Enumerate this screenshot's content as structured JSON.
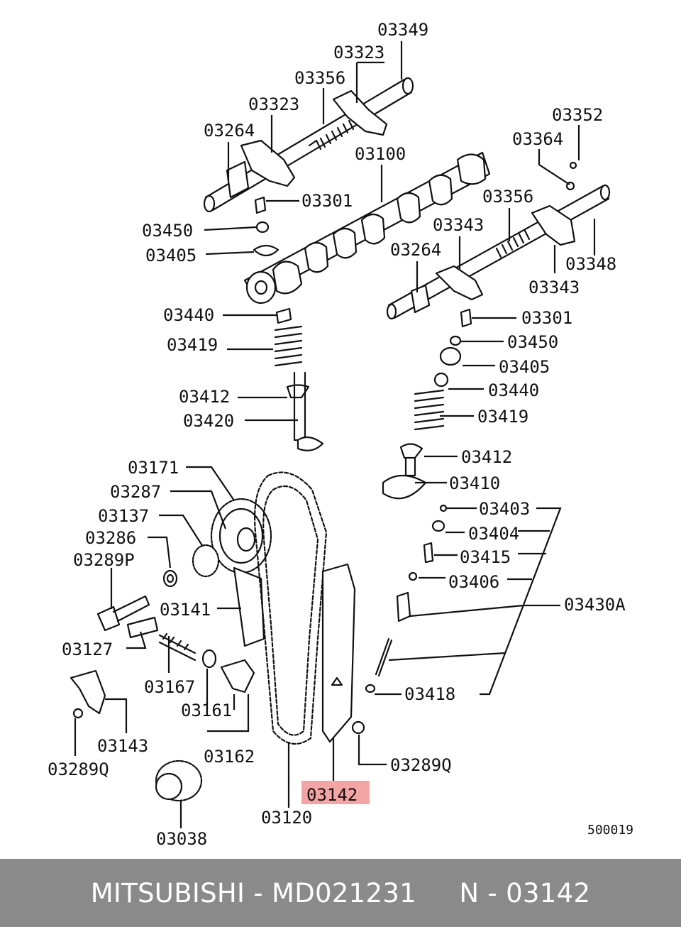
{
  "diagram": {
    "labels": {
      "p03349": "03349",
      "p03323a": "03323",
      "p03356a": "03356",
      "p03323b": "03323",
      "p03264a": "03264",
      "p03352": "03352",
      "p03364": "03364",
      "p03100": "03100",
      "p03301a": "03301",
      "p03356b": "03356",
      "p03450a": "03450",
      "p03343a": "03343",
      "p03405a": "03405",
      "p03264b": "03264",
      "p03348": "03348",
      "p03343b": "03343",
      "p03440a": "03440",
      "p03301b": "03301",
      "p03419a": "03419",
      "p03450b": "03450",
      "p03405b": "03405",
      "p03412a": "03412",
      "p03440b": "03440",
      "p03420": "03420",
      "p03419b": "03419",
      "p03171": "03171",
      "p03412b": "03412",
      "p03287": "03287",
      "p03410": "03410",
      "p03137": "03137",
      "p03403": "03403",
      "p03286": "03286",
      "p03404": "03404",
      "p03289p": "03289P",
      "p03415": "03415",
      "p03406": "03406",
      "p03141": "03141",
      "p03430a": "03430A",
      "p03127": "03127",
      "p03167": "03167",
      "p03418": "03418",
      "p03161": "03161",
      "p03143": "03143",
      "p03162": "03162",
      "p03289q_left": "03289Q",
      "p03289q_right": "03289Q",
      "p03142": "03142",
      "p03120": "03120",
      "p03038": "03038",
      "code": "500019"
    },
    "highlight_color": "#f4a4a4"
  },
  "footer": {
    "text": "MITSUBISHI - MD021231     N - 03142",
    "background": "#8a8a8a"
  }
}
